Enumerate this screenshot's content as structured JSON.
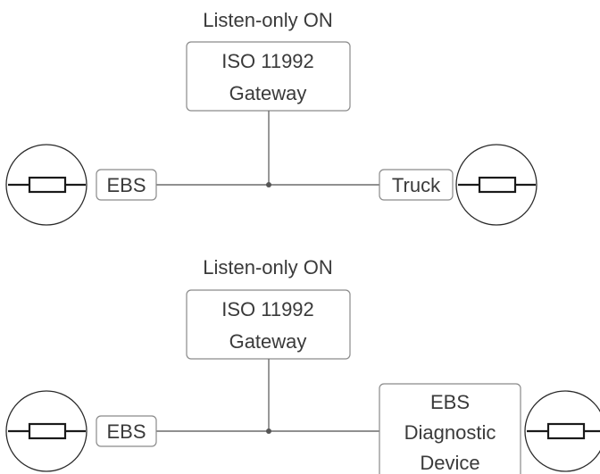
{
  "diagram_top": {
    "header": "Listen-only  ON",
    "gateway_line1": "ISO  11992",
    "gateway_line2": "Gateway",
    "left_node": "EBS",
    "right_node": "Truck"
  },
  "diagram_bottom": {
    "header": "Listen-only  ON",
    "gateway_line1": "ISO  11992",
    "gateway_line2": "Gateway",
    "left_node": "EBS",
    "right_node_line1": "EBS",
    "right_node_line2": "Diagnostic",
    "right_node_line3": "Device"
  },
  "icons": {
    "terminator": "bus-termination-resistor-icon"
  }
}
